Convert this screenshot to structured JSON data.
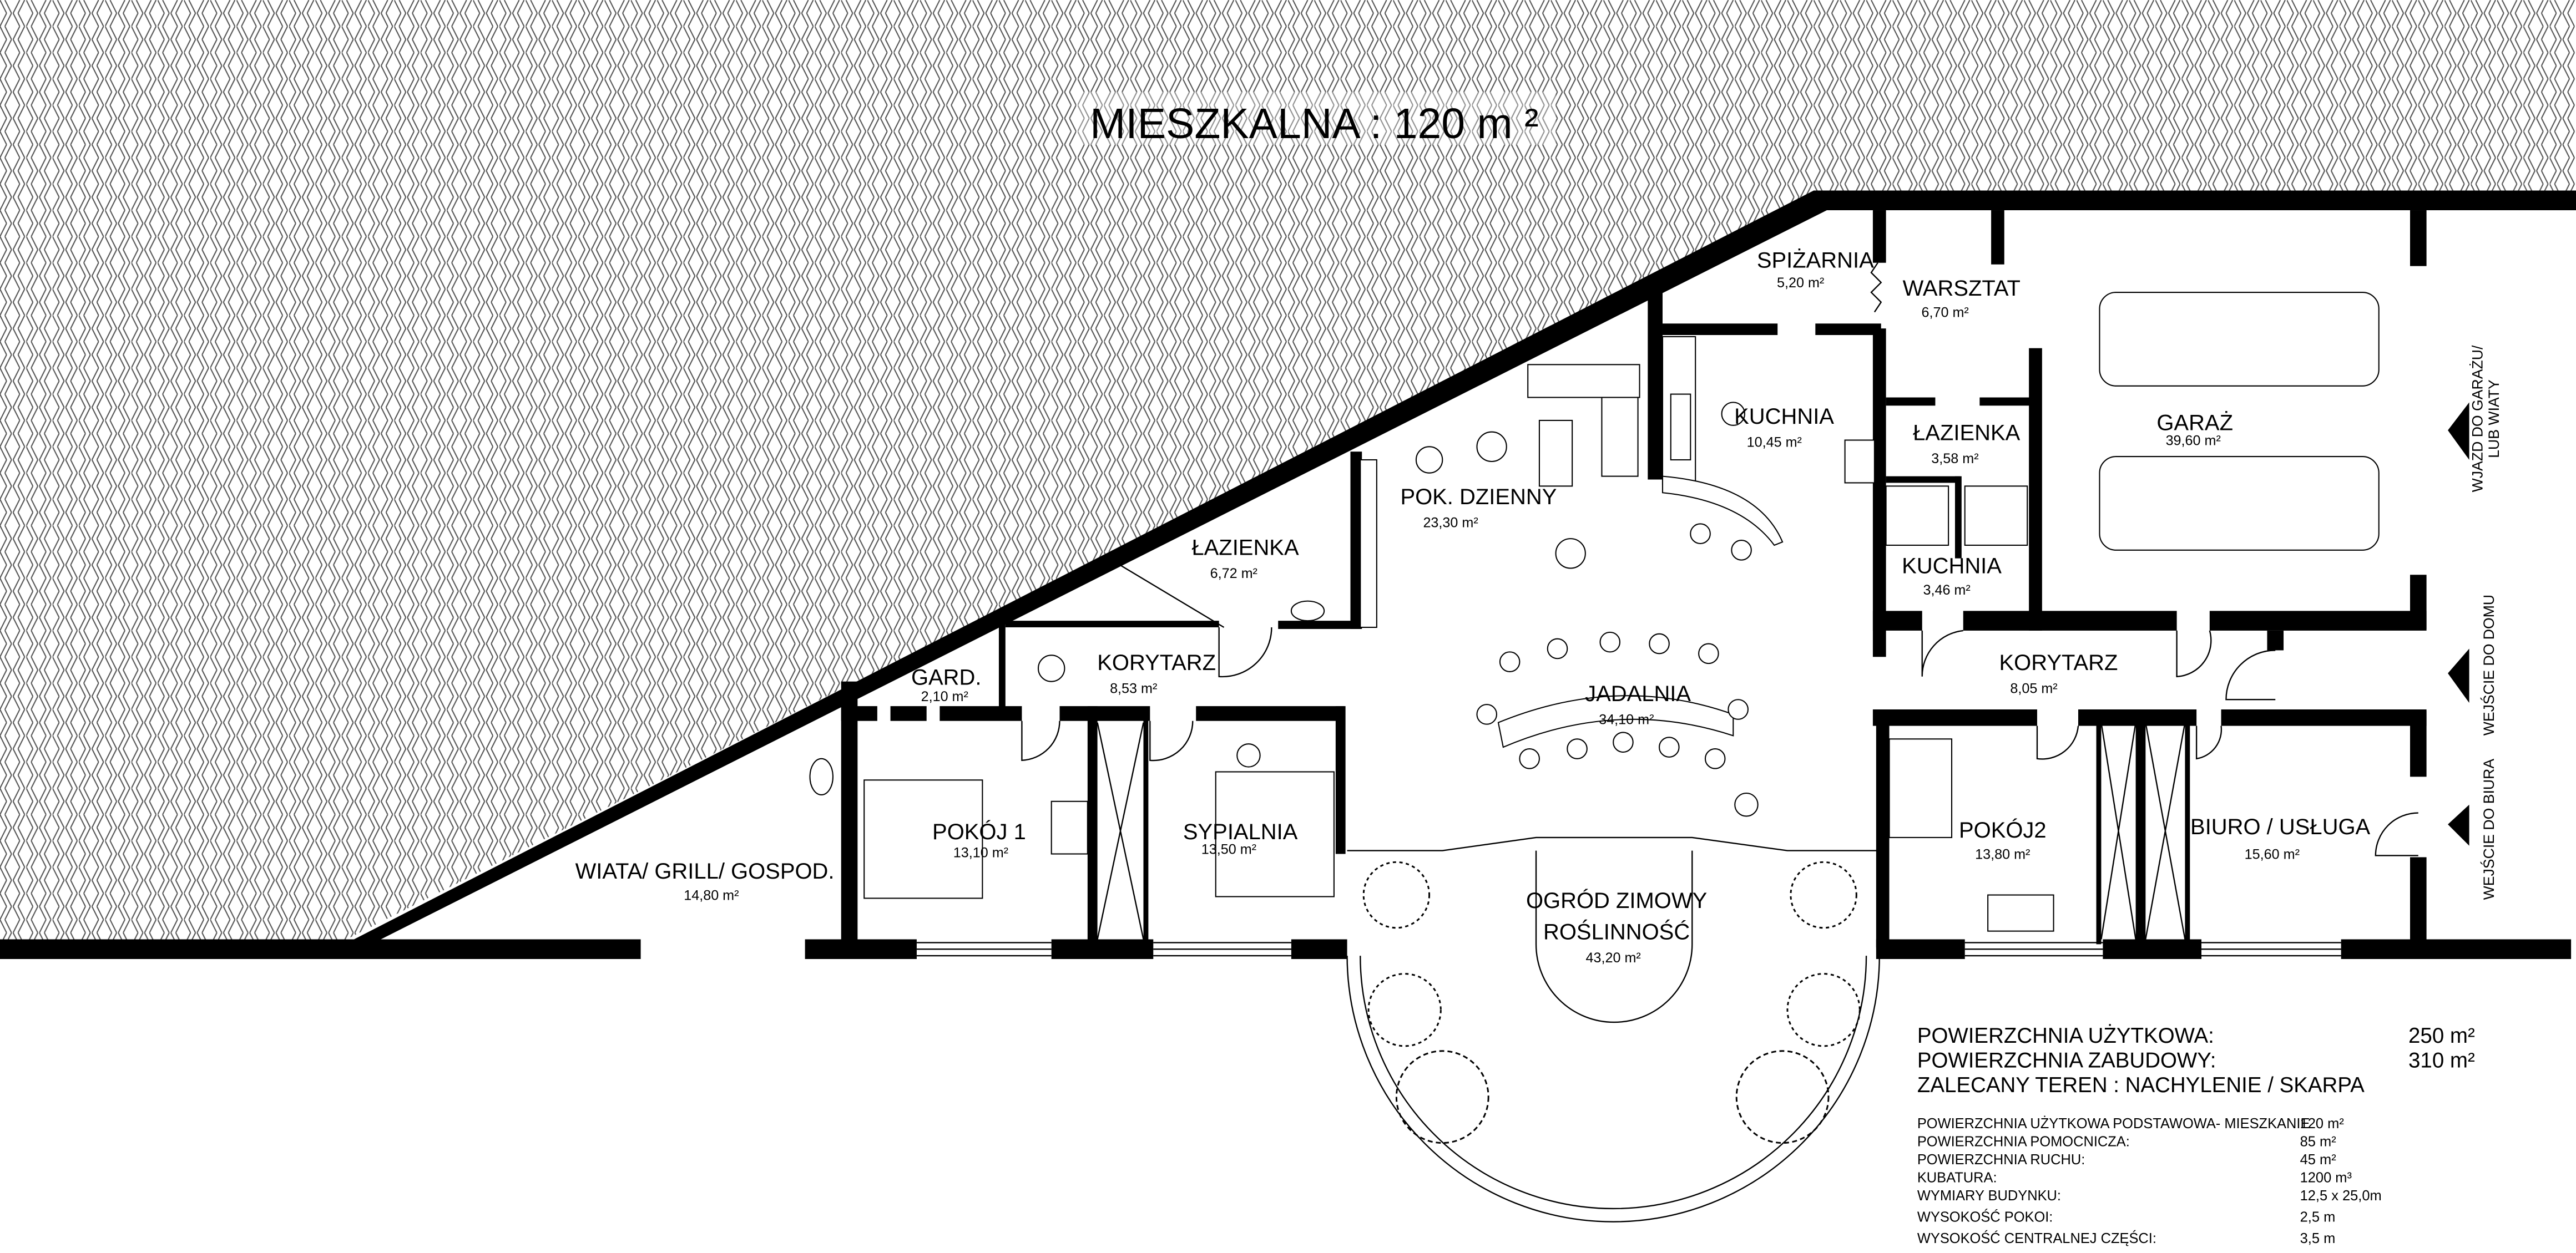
{
  "plan_title": "MIESZKALNA : 120 m ²",
  "rooms": {
    "spizarnia": {
      "name": "SPIŻARNIA",
      "area": "5,20 m²"
    },
    "warsztat": {
      "name": "WARSZTAT",
      "area": "6,70 m²"
    },
    "kuchnia_main": {
      "name": "KUCHNIA",
      "area": "10,45 m²"
    },
    "lazienka_small": {
      "name": "ŁAZIENKA",
      "area": "3,58 m²"
    },
    "garaz": {
      "name": "GARAŻ",
      "area": "39,60 m²"
    },
    "kuchnia_small": {
      "name": "KUCHNIA",
      "area": "3,46 m²"
    },
    "pok_dzienny": {
      "name": "POK. DZIENNY",
      "area": "23,30 m²"
    },
    "lazienka": {
      "name": "ŁAZIENKA",
      "area": "6,72 m²"
    },
    "korytarz_left": {
      "name": "KORYTARZ",
      "area": "8,53 m²"
    },
    "gard": {
      "name": "GARD.",
      "area": "2,10 m²"
    },
    "jadalnia": {
      "name": "JADALNIA",
      "area": "34,10 m²"
    },
    "korytarz_right": {
      "name": "KORYTARZ",
      "area": "8,05 m²"
    },
    "pokoj1": {
      "name": "POKÓJ 1",
      "area": "13,10 m²"
    },
    "sypialnia": {
      "name": "SYPIALNIA",
      "area": "13,50 m²"
    },
    "wiata": {
      "name": "WIATA/ GRILL/ GOSPOD.",
      "area": "14,80 m²"
    },
    "ogrod": {
      "name_line1": "OGRÓD ZIMOWY",
      "name_line2": "ROŚLINNOŚĆ",
      "area": "43,20 m²"
    },
    "pokoj2": {
      "name": "POKÓJ2",
      "area": "13,80 m²"
    },
    "biuro": {
      "name": "BIURO / USŁUGA",
      "area": "15,60 m²"
    }
  },
  "entrances": {
    "garage_line1": "WJAZD DO GARAŻU/",
    "garage_line2": "LUB WIATY",
    "house": "WEJŚCIE DO DOMU",
    "office": "WEJŚCIE DO BIURA"
  },
  "summary": [
    {
      "label": "POWIERZCHNIA UŻYTKOWA:",
      "value": "250 m²"
    },
    {
      "label": "POWIERZCHNIA ZABUDOWY:",
      "value": "310 m²"
    },
    {
      "label": "ZALECANY TEREN : NACHYLENIE / SKARPA",
      "value": ""
    }
  ],
  "details": [
    {
      "label": "POWIERZCHNIA UŻYTKOWA PODSTAWOWA- MIESZKANIE",
      "value": "120 m²"
    },
    {
      "label": "POWIERZCHNIA POMOCNICZA:",
      "value": "85 m²"
    },
    {
      "label": "POWIERZCHNIA RUCHU:",
      "value": "45 m²"
    },
    {
      "label": "KUBATURA:",
      "value": "1200  m³"
    },
    {
      "label": "WYMIARY BUDYNKU:",
      "value": "12,5  x 25,0m"
    },
    {
      "label": "WYSOKOŚĆ POKOI:",
      "value": "2,5 m"
    },
    {
      "label": "WYSOKOŚĆ CENTRALNEJ CZĘŚCI:",
      "value": "3,5 m"
    }
  ]
}
